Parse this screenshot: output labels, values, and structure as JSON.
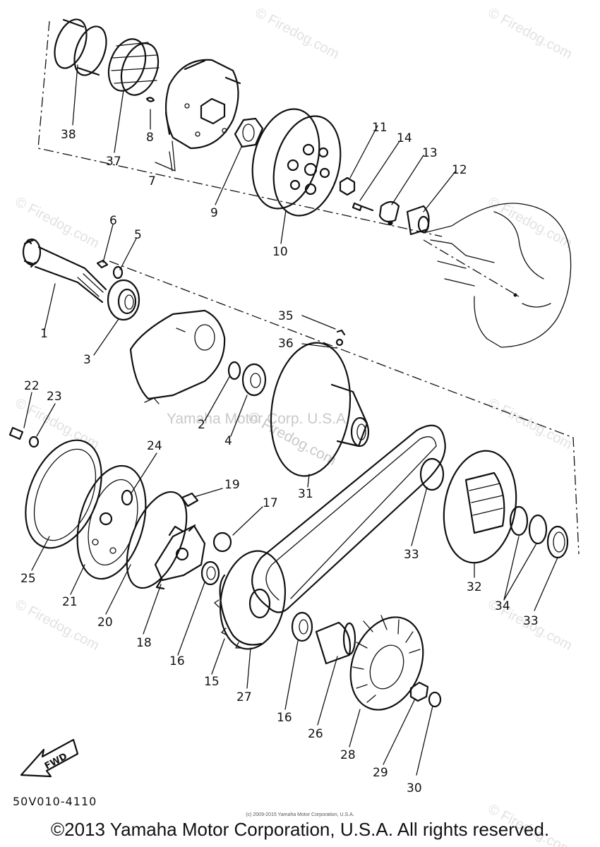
{
  "diagram": {
    "part_labels": [
      {
        "id": "p38",
        "text": "38"
      },
      {
        "id": "p37",
        "text": "37"
      },
      {
        "id": "p8",
        "text": "8"
      },
      {
        "id": "p7",
        "text": "7"
      },
      {
        "id": "p9",
        "text": "9"
      },
      {
        "id": "p10",
        "text": "10"
      },
      {
        "id": "p11",
        "text": "11"
      },
      {
        "id": "p14",
        "text": "14"
      },
      {
        "id": "p13",
        "text": "13"
      },
      {
        "id": "p12",
        "text": "12"
      },
      {
        "id": "p6",
        "text": "6"
      },
      {
        "id": "p5",
        "text": "5"
      },
      {
        "id": "p1",
        "text": "1"
      },
      {
        "id": "p3",
        "text": "3"
      },
      {
        "id": "p35",
        "text": "35"
      },
      {
        "id": "p36",
        "text": "36"
      },
      {
        "id": "p2",
        "text": "2"
      },
      {
        "id": "p4",
        "text": "4"
      },
      {
        "id": "p22",
        "text": "22"
      },
      {
        "id": "p23",
        "text": "23"
      },
      {
        "id": "p24",
        "text": "24"
      },
      {
        "id": "p19",
        "text": "19"
      },
      {
        "id": "p17",
        "text": "17"
      },
      {
        "id": "p31",
        "text": "31"
      },
      {
        "id": "p33a",
        "text": "33"
      },
      {
        "id": "p32",
        "text": "32"
      },
      {
        "id": "p34",
        "text": "34"
      },
      {
        "id": "p33b",
        "text": "33"
      },
      {
        "id": "p25",
        "text": "25"
      },
      {
        "id": "p21",
        "text": "21"
      },
      {
        "id": "p20",
        "text": "20"
      },
      {
        "id": "p18",
        "text": "18"
      },
      {
        "id": "p16a",
        "text": "16"
      },
      {
        "id": "p15",
        "text": "15"
      },
      {
        "id": "p27",
        "text": "27"
      },
      {
        "id": "p16b",
        "text": "16"
      },
      {
        "id": "p26",
        "text": "26"
      },
      {
        "id": "p28",
        "text": "28"
      },
      {
        "id": "p29",
        "text": "29"
      },
      {
        "id": "p30",
        "text": "30"
      }
    ],
    "fwd_arrow_text": "FWD",
    "diagram_code": "50V010-4110"
  },
  "watermarks": {
    "site": "© Firedog.com",
    "center_line1": "Yamaha Motor Corp. U.S.A.",
    "center_line2": "© Firedog.com"
  },
  "footer": {
    "fine_print": "(c) 2009-2015 Yamaha Motor Corporation, U.S.A.",
    "copyright": "©2013 Yamaha Motor Corporation, U.S.A. All rights reserved."
  }
}
